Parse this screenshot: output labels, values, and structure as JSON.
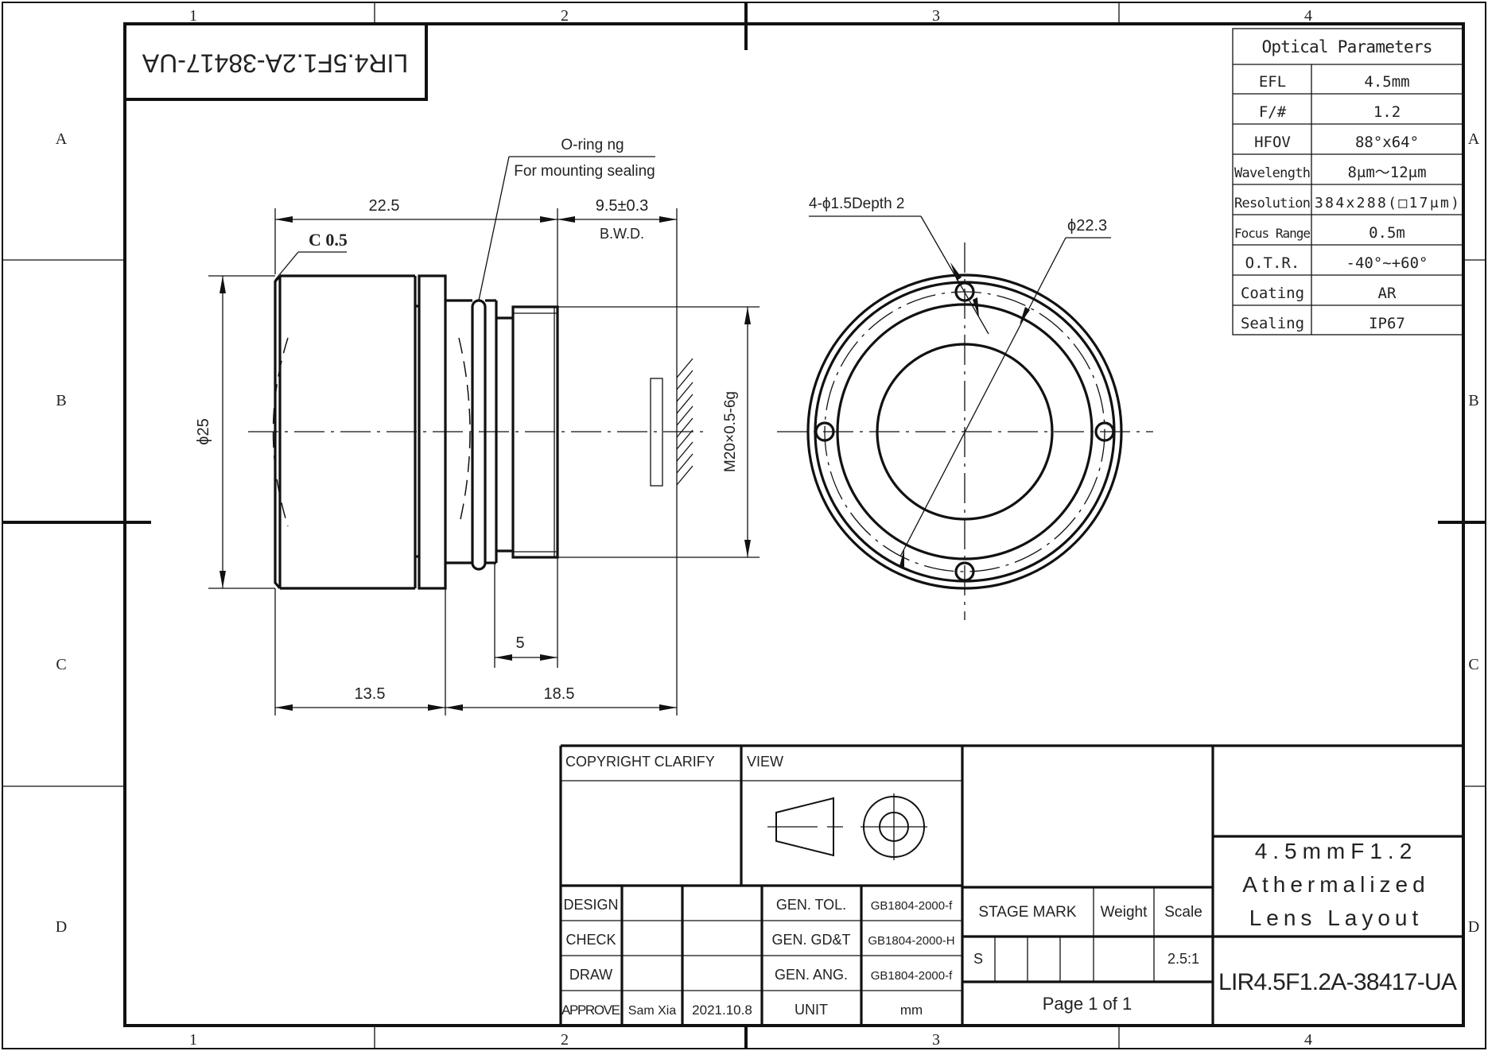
{
  "drawing": {
    "mirrored_title": "LIR4.5F1.2A-38417-UA",
    "zones": {
      "columns": [
        "1",
        "2",
        "3",
        "4"
      ],
      "rows": [
        "A",
        "B",
        "C",
        "D"
      ]
    }
  },
  "side_view": {
    "chamfer": "C 0.5",
    "oring_line1": "O-ring ng",
    "oring_line2": "For mounting sealing",
    "dim_total_length": "22.5",
    "dim_bwd": "9.5±0.3",
    "bwd_label": "B.W.D.",
    "dim_diameter": "ϕ25",
    "dim_thread": "M20×0.5-6g",
    "dim_thread_length": "5",
    "dim_front": "13.5",
    "dim_rear": "18.5"
  },
  "front_view": {
    "holes_label": "4-ϕ1.5Depth 2",
    "diameter_label": "ϕ22.3"
  },
  "optical_parameters": {
    "title": "Optical Parameters",
    "rows": [
      {
        "label": "EFL",
        "value": "4.5mm"
      },
      {
        "label": "F/#",
        "value": "1.2"
      },
      {
        "label": "HFOV",
        "value": "88°x64°"
      },
      {
        "label": "Wavelength",
        "value": "8μm～12μm"
      },
      {
        "label": "Resolution",
        "value": "384x288(□17μm)"
      },
      {
        "label": "Focus Range",
        "value": "0.5m"
      },
      {
        "label": "O.T.R.",
        "value": "-40°~+60°"
      },
      {
        "label": "Coating",
        "value": "AR"
      },
      {
        "label": "Sealing",
        "value": "IP67"
      }
    ]
  },
  "title_block": {
    "copyright_label": "COPYRIGHT CLARIFY",
    "view_label": "VIEW",
    "signoff": [
      {
        "role": "DESIGN",
        "name": "",
        "date": "",
        "spec_label": "GEN. TOL.",
        "spec_value": "GB1804-2000-f"
      },
      {
        "role": "CHECK",
        "name": "",
        "date": "",
        "spec_label": "GEN. GD&T",
        "spec_value": "GB1804-2000-H"
      },
      {
        "role": "DRAW",
        "name": "",
        "date": "",
        "spec_label": "GEN. ANG.",
        "spec_value": "GB1804-2000-f"
      },
      {
        "role": "APPROVE",
        "name": "Sam Xia",
        "date": "2021.10.8",
        "spec_label": "UNIT",
        "spec_value": "mm"
      }
    ],
    "stage_mark_label": "STAGE MARK",
    "weight_label": "Weight",
    "scale_label": "Scale",
    "stage_value": "S",
    "weight_value": "",
    "scale_value": "2.5:1",
    "page": "Page 1 of 1",
    "title_line1": "4.5mmF1.2",
    "title_line2": "Athermalized",
    "title_line3": "Lens Layout",
    "part_number": "LIR4.5F1.2A-38417-UA"
  }
}
